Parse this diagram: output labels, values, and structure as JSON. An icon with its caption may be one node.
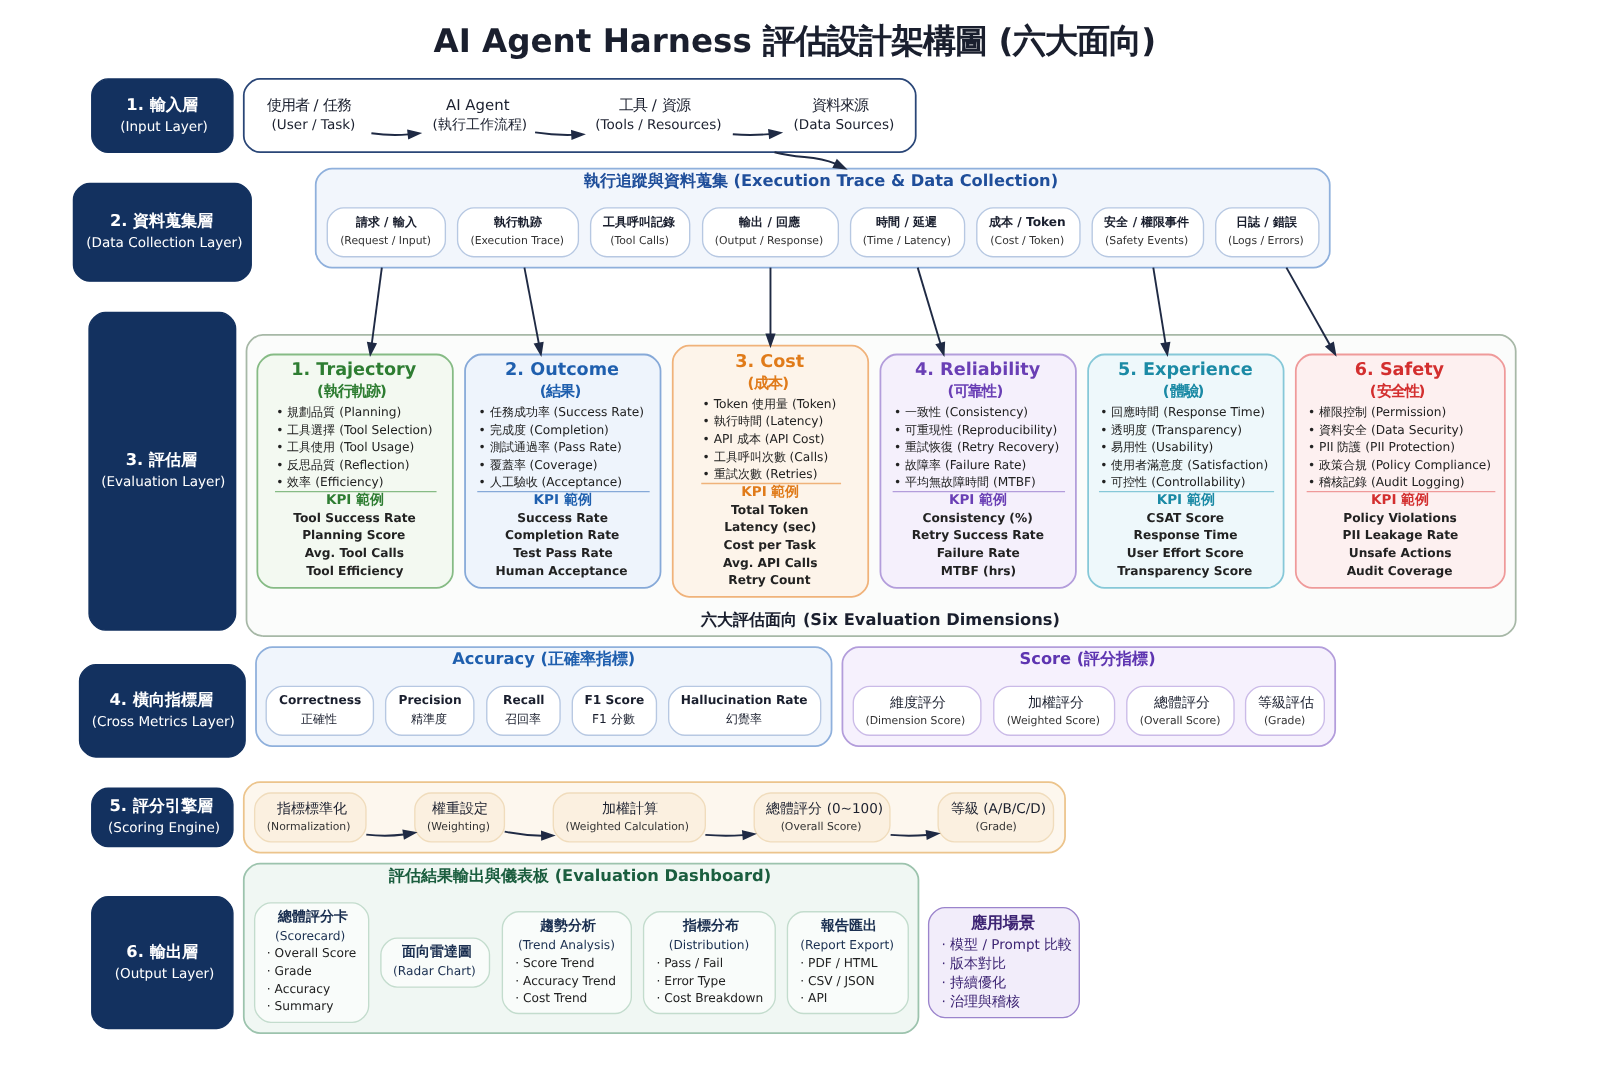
{
  "diagram": {
    "title": "AI Agent Harness 評估設計架構圖 (六大面向)",
    "nodes": [
      {
        "text": [
          "1. 輸入層",
          "(Input Layer)"
        ]
      },
      {
        "text": [],
        "shape": "box"
      },
      {
        "text": [
          "使用者 / 任務",
          "(User / Task)"
        ],
        "in": 1
      },
      {
        "text": [
          "AI Agent",
          "(執行工作流程)"
        ],
        "in": 1
      },
      {
        "text": [
          "工具 / 資源",
          "(Tools / Resources)"
        ],
        "in": 1
      },
      {
        "text": [
          "資料來源",
          "(Data Sources)"
        ],
        "in": 1
      },
      {
        "text": [
          "2. 資料蒐集層",
          "(Data Collection Layer)"
        ]
      },
      {
        "text": [
          "執行追蹤與資料蒐集 (Execution Trace & Data Collection)"
        ]
      },
      {
        "text": [
          "請求 / 輸入",
          "(Request / Input)"
        ],
        "in": 7
      },
      {
        "text": [
          "執行軌跡",
          "(Execution Trace)"
        ],
        "in": 7
      },
      {
        "text": [
          "工具呼叫記錄",
          "(Tool Calls)"
        ],
        "in": 7
      },
      {
        "text": [
          "輸出 / 回應",
          "(Output / Response)"
        ],
        "in": 7
      },
      {
        "text": [
          "時間 / 延遲",
          "(Time / Latency)"
        ],
        "in": 7
      },
      {
        "text": [
          "成本 / Token",
          "(Cost / Token)"
        ],
        "in": 7
      },
      {
        "text": [
          "安全 / 權限事件",
          "(Safety Events)"
        ],
        "in": 7
      },
      {
        "text": [
          "日誌 / 錯誤",
          "(Logs / Errors)"
        ],
        "in": 7
      },
      {
        "text": [
          "3. 評估層",
          "(Evaluation Layer)"
        ]
      },
      {
        "text": [
          "六大評估面向 (Six Evaluation Dimensions)"
        ]
      },
      {
        "text": [
          "1. Trajectory",
          "(執行軌跡)",
          "• 規劃品質 (Planning)",
          "• 工具選擇 (Tool Selection)",
          "• 工具使用 (Tool Usage)",
          "• 反思品質 (Reflection)",
          "• 效率 (Efficiency)",
          "KPI 範例",
          "Tool Success Rate",
          "Planning Score",
          "Avg. Tool Calls",
          "Tool Efficiency"
        ],
        "in": 17
      },
      {
        "text": [
          "2. Outcome",
          "(結果)",
          "• 任務成功率 (Success Rate)",
          "• 完成度 (Completion)",
          "• 測試通過率 (Pass Rate)",
          "• 覆蓋率 (Coverage)",
          "• 人工驗收 (Acceptance)",
          "KPI 範例",
          "Success Rate",
          "Completion Rate",
          "Test Pass Rate",
          "Human Acceptance"
        ],
        "in": 17
      },
      {
        "text": [
          "3. Cost",
          "(成本)",
          "• Token 使用量 (Token)",
          "• 執行時間 (Latency)",
          "• API 成本 (API Cost)",
          "• 工具呼叫次數 (Calls)",
          "• 重試次數 (Retries)",
          "KPI 範例",
          "Total Token",
          "Latency (sec)",
          "Cost per Task",
          "Avg. API Calls",
          "Retry Count"
        ],
        "in": 17
      },
      {
        "text": [
          "4. Reliability",
          "(可靠性)",
          "• 一致性 (Consistency)",
          "• 可重現性 (Reproducibility)",
          "• 重試恢復 (Retry Recovery)",
          "• 故障率 (Failure Rate)",
          "• 平均無故障時間 (MTBF)",
          "KPI 範例",
          "Consistency (%)",
          "Retry Success Rate",
          "Failure Rate",
          "MTBF (hrs)"
        ],
        "in": 17
      },
      {
        "text": [
          "5. Experience",
          "(體驗)",
          "• 回應時間 (Response Time)",
          "• 透明度 (Transparency)",
          "• 易用性 (Usability)",
          "• 使用者滿意度 (Satisfaction)",
          "• 可控性 (Controllability)",
          "KPI 範例",
          "CSAT Score",
          "Response Time",
          "User Effort Score",
          "Transparency Score"
        ],
        "in": 17
      },
      {
        "text": [
          "6. Safety",
          "(安全性)",
          "• 權限控制 (Permission)",
          "• 資料安全 (Data Security)",
          "• PII 防護 (PII Protection)",
          "• 政策合規 (Policy Compliance)",
          "• 稽核記錄 (Audit Logging)",
          "KPI 範例",
          "Policy Violations",
          "PII Leakage Rate",
          "Unsafe Actions",
          "Audit Coverage"
        ],
        "in": 17
      },
      {
        "text": [
          "4. 橫向指標層",
          "(Cross Metrics Layer)"
        ]
      },
      {
        "text": [
          "Accuracy (正確率指標)"
        ]
      },
      {
        "text": [
          "Correctness",
          "正確性"
        ],
        "in": 25
      },
      {
        "text": [
          "Precision",
          "精準度"
        ],
        "in": 25
      },
      {
        "text": [
          "Recall",
          "召回率"
        ],
        "in": 25
      },
      {
        "text": [
          "F1 Score",
          "F1 分數"
        ],
        "in": 25
      },
      {
        "text": [
          "Hallucination Rate",
          "幻覺率"
        ],
        "in": 25
      },
      {
        "text": [
          "Score (評分指標)"
        ]
      },
      {
        "text": [
          "維度評分",
          "(Dimension Score)"
        ],
        "in": 31
      },
      {
        "text": [
          "加權評分",
          "(Weighted Score)"
        ],
        "in": 31
      },
      {
        "text": [
          "總體評分",
          "(Overall Score)"
        ],
        "in": 31
      },
      {
        "text": [
          "等級評估",
          "(Grade)"
        ],
        "in": 31
      },
      {
        "text": [
          "5. 評分引擎層",
          "(Scoring Engine)"
        ]
      },
      {
        "text": [],
        "shape": "box"
      },
      {
        "text": [
          "指標標準化",
          "(Normalization)"
        ],
        "in": 37
      },
      {
        "text": [
          "權重設定",
          "(Weighting)"
        ],
        "in": 37
      },
      {
        "text": [
          "加權計算",
          "(Weighted Calculation)"
        ],
        "in": 37
      },
      {
        "text": [
          "總體評分 (0~100)",
          "(Overall Score)"
        ],
        "in": 37
      },
      {
        "text": [
          "等級 (A/B/C/D)",
          "(Grade)"
        ],
        "in": 37
      },
      {
        "text": [
          "6. 輸出層",
          "(Output Layer)"
        ]
      },
      {
        "text": [
          "評估結果輸出與儀表板 (Evaluation Dashboard)"
        ]
      },
      {
        "text": [
          "總體評分卡",
          "(Scorecard)",
          "· Overall Score",
          "· Grade",
          "· Accuracy",
          "· Summary"
        ],
        "in": 44
      },
      {
        "text": [
          "面向雷達圖",
          "(Radar Chart)"
        ],
        "in": 44
      },
      {
        "text": [
          "趨勢分析",
          "(Trend Analysis)",
          "· Score Trend",
          "· Accuracy Trend",
          "· Cost Trend"
        ],
        "in": 44
      },
      {
        "text": [
          "指標分布",
          "(Distribution)",
          "· Pass / Fail",
          "· Error Type",
          "· Cost Breakdown"
        ],
        "in": 44
      },
      {
        "text": [
          "報告匯出",
          "(Report Export)",
          "· PDF / HTML",
          "· CSV / JSON",
          "· API"
        ],
        "in": 44
      },
      {
        "text": [
          "應用場景",
          "· 模型 / Prompt 比較",
          "· 版本對比",
          "· 持續優化",
          "· 治理與稽核"
        ]
      }
    ],
    "edges": [
      {
        "from": 2,
        "to": 3,
        "arrow": "to"
      },
      {
        "from": 3,
        "to": 4,
        "arrow": "to"
      },
      {
        "from": 4,
        "to": 5,
        "arrow": "to"
      },
      {
        "from": 1,
        "to": 7,
        "arrow": "to"
      },
      {
        "from": 7,
        "to": 18,
        "arrow": "to"
      },
      {
        "from": 7,
        "to": 19,
        "arrow": "to"
      },
      {
        "from": 7,
        "to": 20,
        "arrow": "to"
      },
      {
        "from": 7,
        "to": 21,
        "arrow": "to"
      },
      {
        "from": 7,
        "to": 22,
        "arrow": "to"
      },
      {
        "from": 7,
        "to": 23,
        "arrow": "to"
      },
      {
        "from": 38,
        "to": 39,
        "arrow": "to"
      },
      {
        "from": 39,
        "to": 40,
        "arrow": "to"
      },
      {
        "from": 40,
        "to": 41,
        "arrow": "to"
      },
      {
        "from": 41,
        "to": 42,
        "arrow": "to"
      }
    ]
  }
}
